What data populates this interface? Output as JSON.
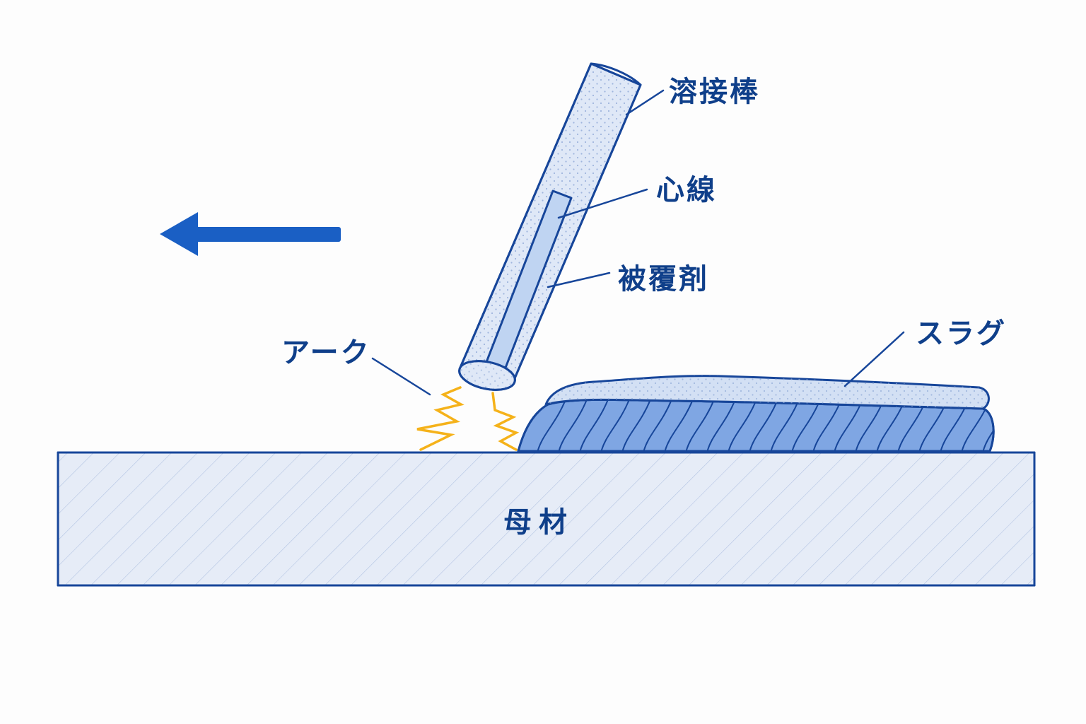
{
  "labels": {
    "electrode": "溶接棒",
    "core_wire": "心線",
    "coating": "被覆剤",
    "slag": "スラグ",
    "arc": "アーク",
    "base_metal": "母材"
  },
  "arrow_direction": "left",
  "colors": {
    "outline": "#17469a",
    "label_text": "#0f3f8a",
    "arrow": "#1a5fc4",
    "electrode_fill": "#dfe8f7",
    "core_wire_fill": "#bfd4f2",
    "bead_fill": "#7fa6e3",
    "slag_fill": "#d3e0f4",
    "base_metal_fill": "#e6ecf7",
    "arc_spark": "#f5b21a"
  },
  "icons": {
    "direction": "left-arrow-icon",
    "arc": "spark-zigzag-icon"
  }
}
